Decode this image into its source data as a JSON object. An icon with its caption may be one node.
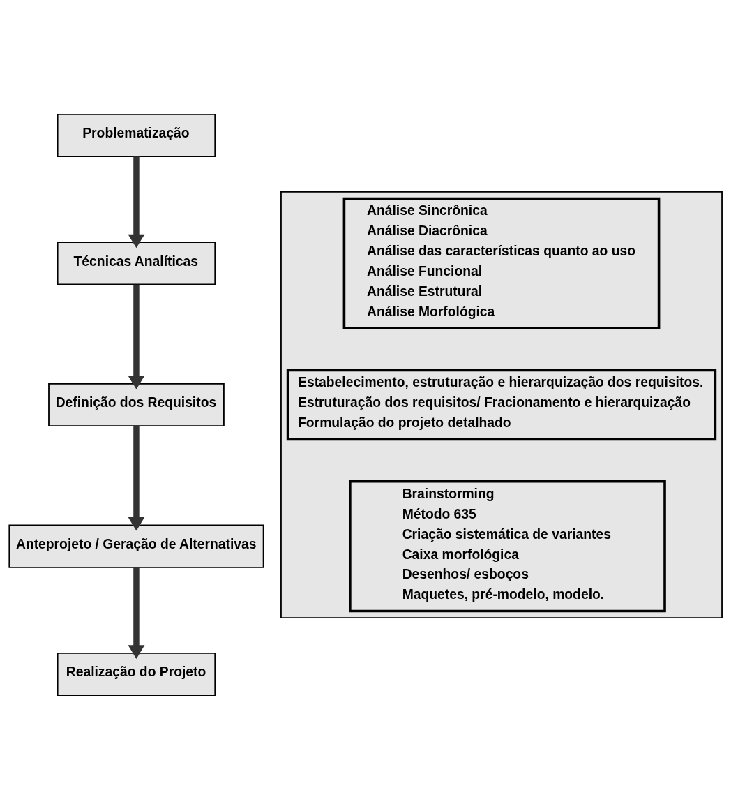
{
  "diagram": {
    "nodes": [
      {
        "text": [
          "Problematização"
        ]
      },
      {
        "text": [
          "Técnicas Analíticas"
        ]
      },
      {
        "text": [
          "Definição dos Requisitos"
        ]
      },
      {
        "text": [
          "Anteprojeto / Geração de Alternativas"
        ]
      },
      {
        "text": [
          "Realização do Projeto"
        ]
      },
      {
        "text": [],
        "shape": "box"
      },
      {
        "text": [
          "Análise Sincrônica",
          "Análise Diacrônica",
          "Análise das características quanto ao uso",
          "Análise Funcional",
          "Análise Estrutural",
          "Análise Morfológica"
        ],
        "in": 5
      },
      {
        "text": [
          "Estabelecimento, estruturação e hierarquização dos requisitos.",
          "Estruturação dos requisitos/ Fracionamento e hierarquização",
          "Formulação do projeto detalhado"
        ],
        "in": 5
      },
      {
        "text": [
          "Brainstorming",
          "Método 635",
          "Criação sistemática de variantes",
          "Caixa morfológica",
          "Desenhos/ esboços",
          "Maquetes, pré-modelo, modelo."
        ],
        "in": 5
      }
    ],
    "edges": [
      {
        "from": 0,
        "to": 1,
        "arrow": "to"
      },
      {
        "from": 1,
        "to": 2,
        "arrow": "to"
      },
      {
        "from": 2,
        "to": 3,
        "arrow": "to"
      },
      {
        "from": 3,
        "to": 4,
        "arrow": "to"
      }
    ]
  }
}
